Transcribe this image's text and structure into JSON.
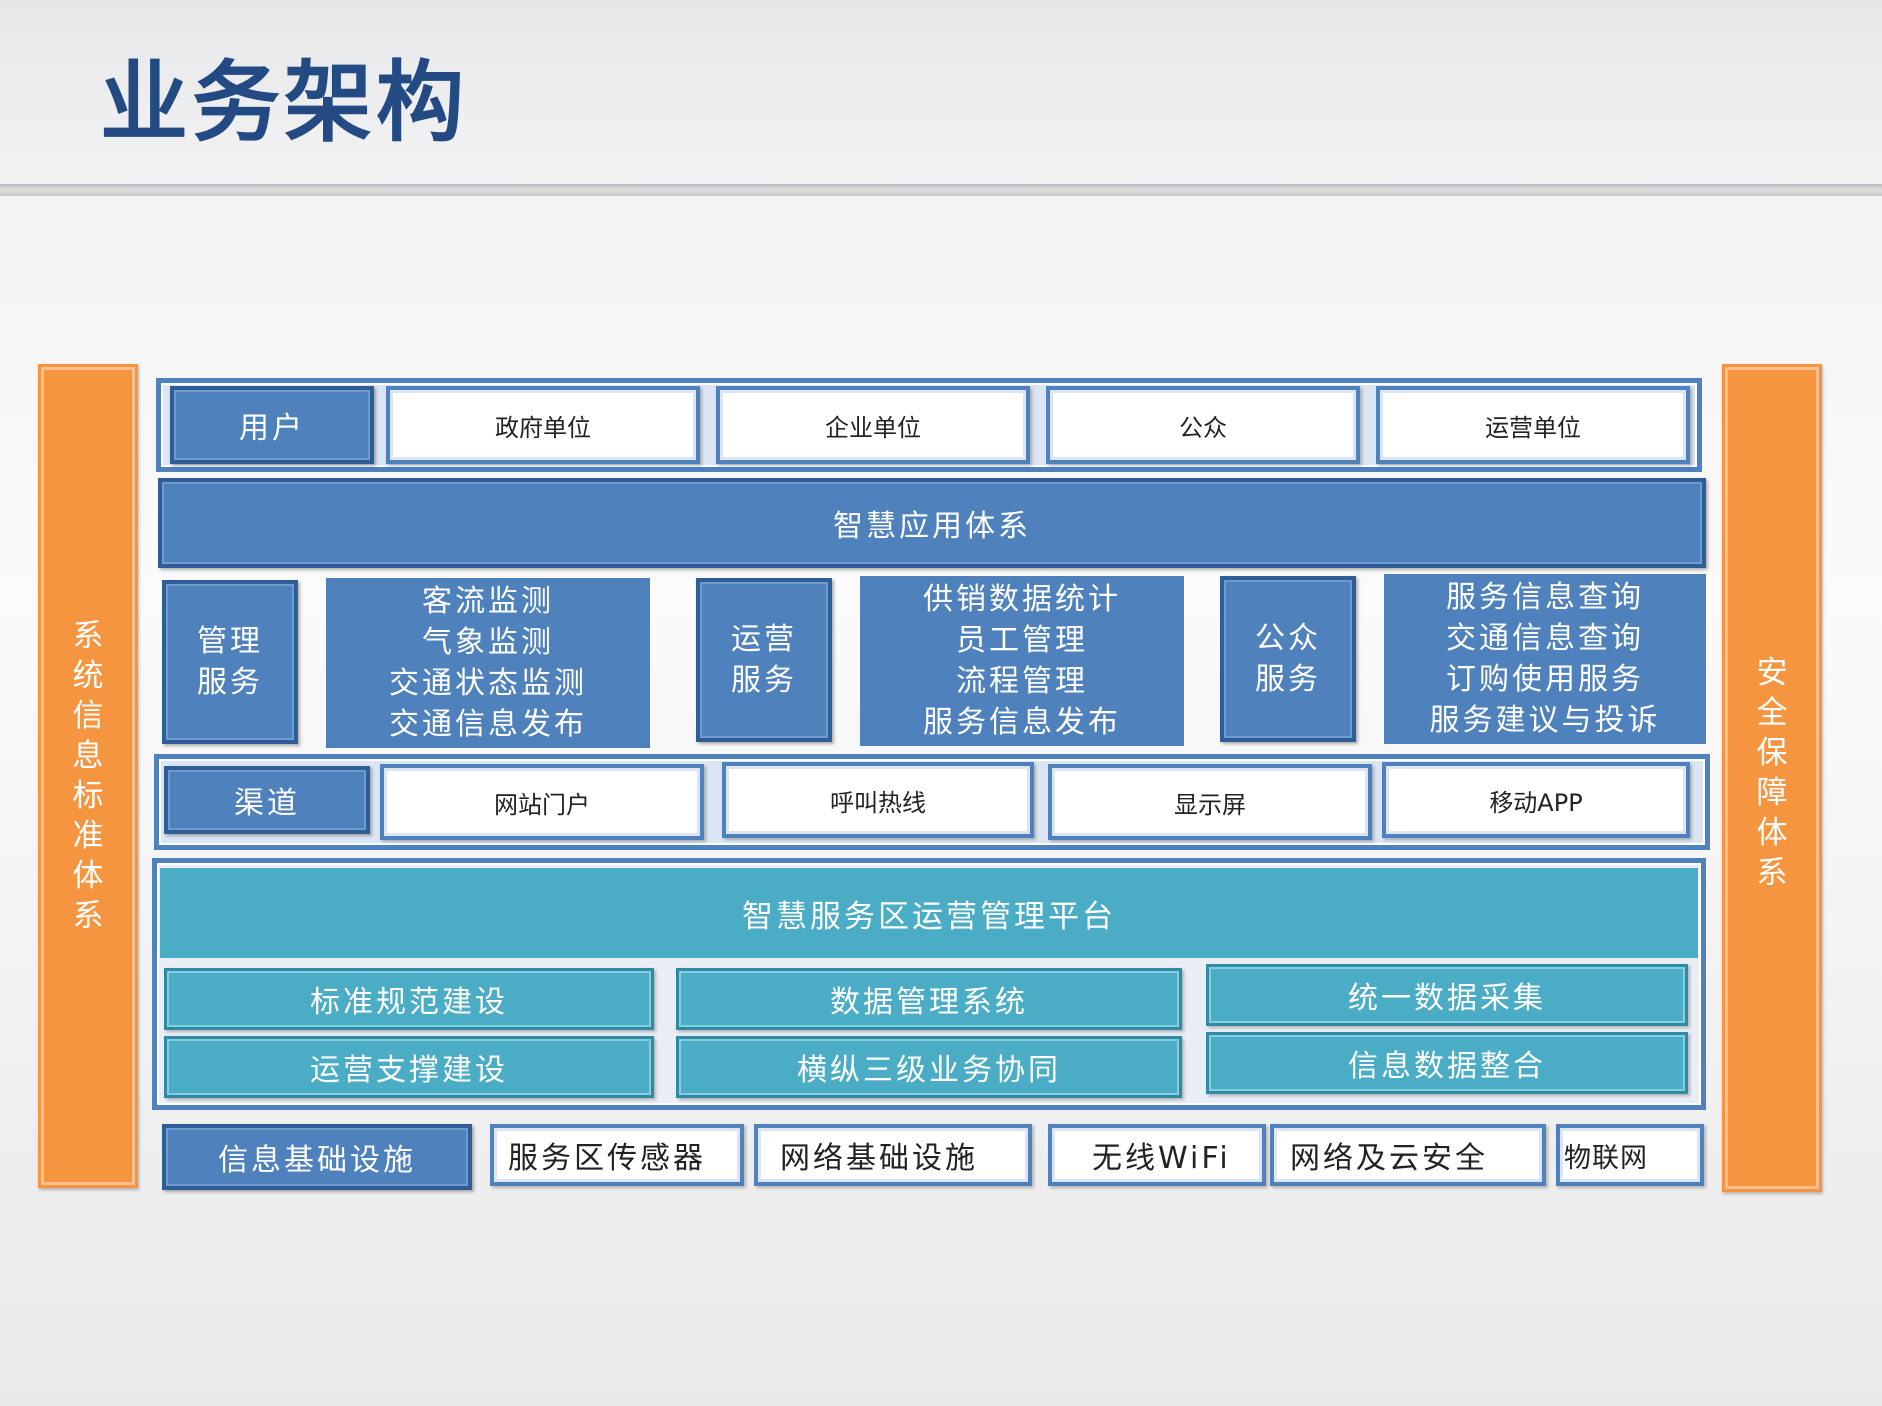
{
  "title": "业务架构",
  "left_pillar": "系统信息标准体系",
  "right_pillar": "安全保障体系",
  "users": {
    "label": "用户",
    "items": [
      "政府单位",
      "企业单位",
      "公众",
      "运营单位"
    ]
  },
  "app_system": "智慧应用体系",
  "services": [
    {
      "label_lines": [
        "管理",
        "服务"
      ],
      "items": [
        "客流监测",
        "气象监测",
        "交通状态监测",
        "交通信息发布"
      ]
    },
    {
      "label_lines": [
        "运营",
        "服务"
      ],
      "items": [
        "供销数据统计",
        "员工管理",
        "流程管理",
        "服务信息发布"
      ]
    },
    {
      "label_lines": [
        "公众",
        "服务"
      ],
      "items": [
        "服务信息查询",
        "交通信息查询",
        "订购使用服务",
        "服务建议与投诉"
      ]
    }
  ],
  "channels": {
    "label": "渠道",
    "items": [
      "网站门户",
      "呼叫热线",
      "显示屏",
      "移动APP"
    ]
  },
  "platform": {
    "title": "智慧服务区运营管理平台",
    "modules": [
      "标准规范建设",
      "运营支撑建设",
      "数据管理系统",
      "横纵三级业务协同",
      "统一数据采集",
      "信息数据整合"
    ]
  },
  "infrastructure": {
    "label": "信息基础设施",
    "items": [
      "服务区传感器",
      "网络基础设施",
      "无线WiFi",
      "网络及云安全",
      "物联网"
    ]
  },
  "colors": {
    "blue": "#4f81bd",
    "teal": "#4bacc6",
    "orange": "#f6953f",
    "title": "#244a83"
  }
}
